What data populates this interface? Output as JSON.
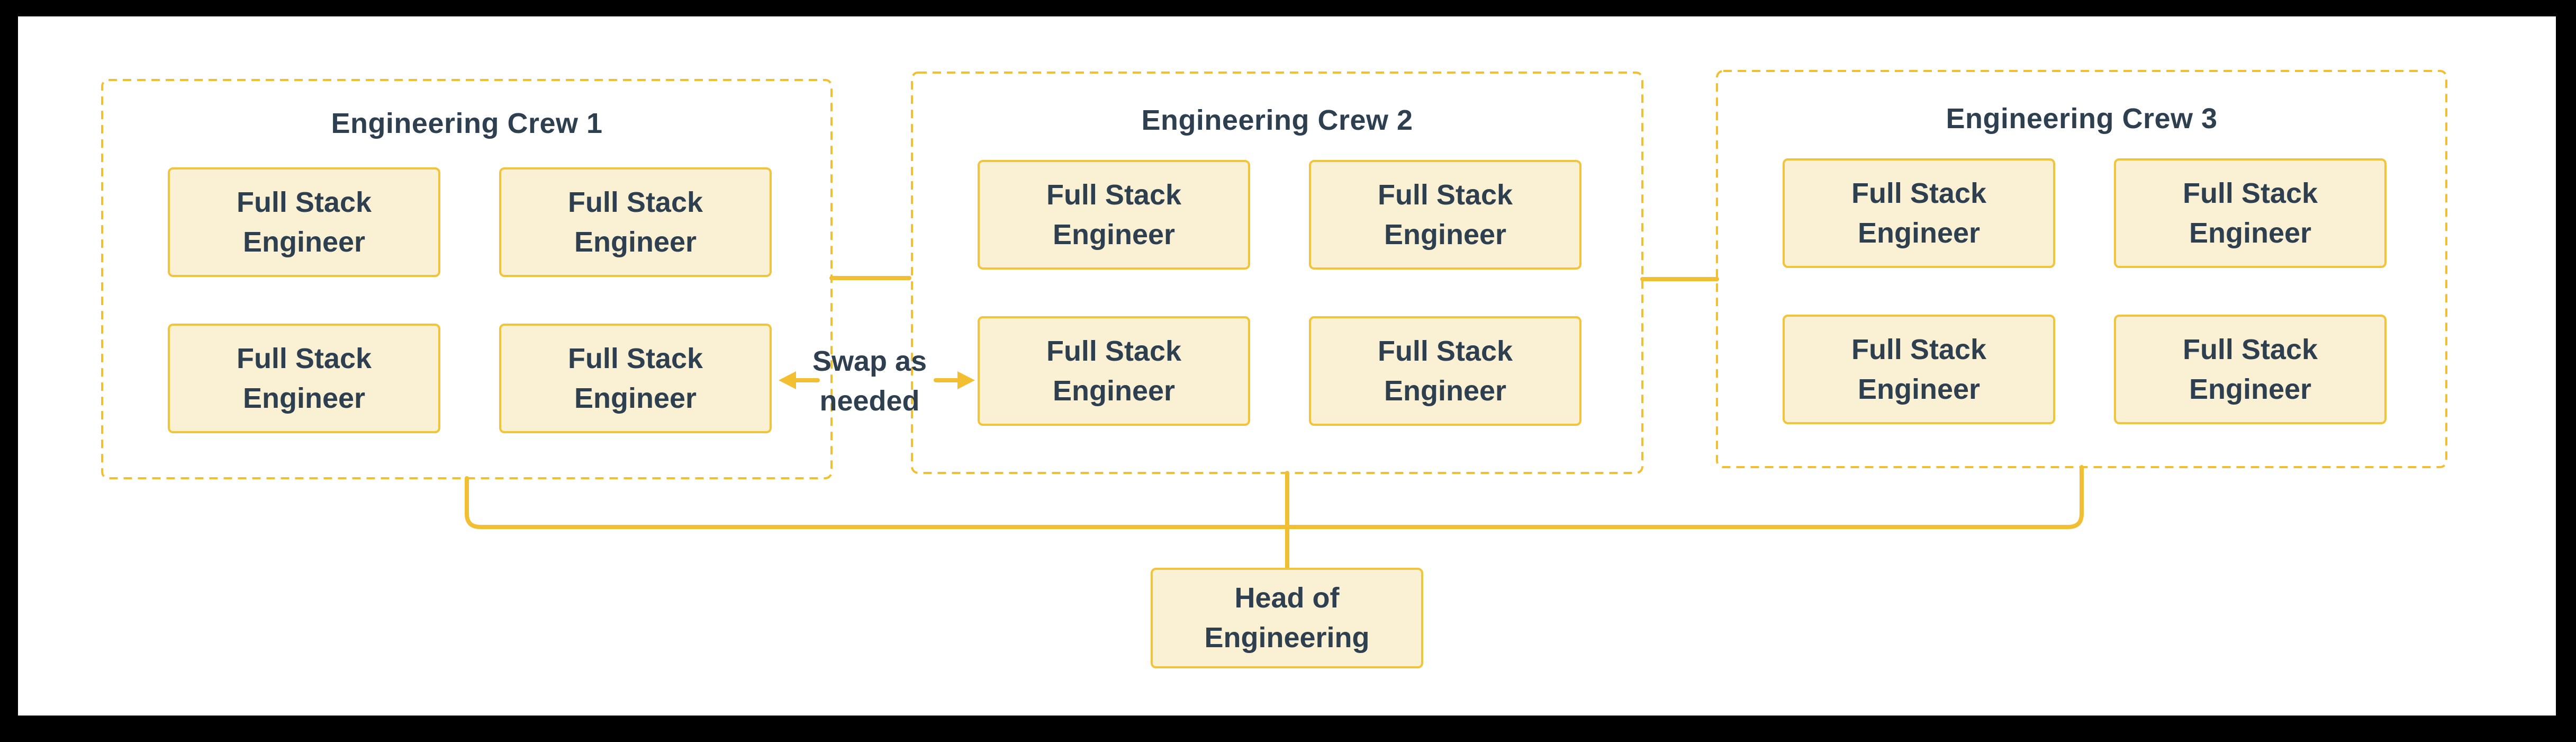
{
  "diagram": {
    "crews": [
      {
        "title": "Engineering Crew 1",
        "members": [
          "Full Stack Engineer",
          "Full Stack Engineer",
          "Full Stack Engineer",
          "Full Stack Engineer"
        ]
      },
      {
        "title": "Engineering Crew 2",
        "members": [
          "Full Stack Engineer",
          "Full Stack Engineer",
          "Full Stack Engineer",
          "Full Stack Engineer"
        ]
      },
      {
        "title": "Engineering Crew 3",
        "members": [
          "Full Stack Engineer",
          "Full Stack Engineer",
          "Full Stack Engineer",
          "Full Stack Engineer"
        ]
      }
    ],
    "swap_label": "Swap as needed",
    "head_label": "Head of Engineering",
    "colors": {
      "accent": "#F3BF32",
      "node_fill": "#FAF1D5",
      "node_border": "#F1C43C",
      "text": "#2E3F50",
      "canvas": "#FFFFFF",
      "frame": "#000000"
    }
  }
}
